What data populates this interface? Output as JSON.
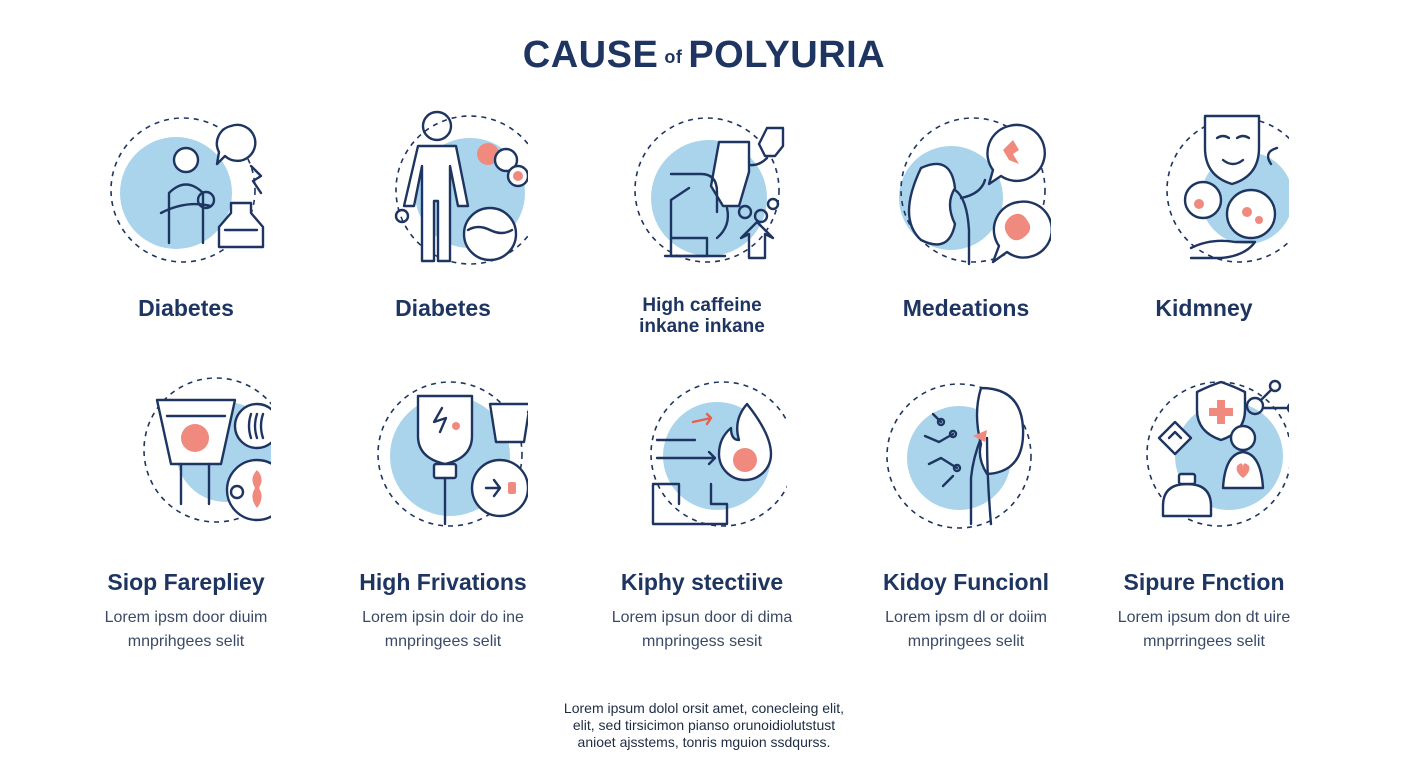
{
  "title": {
    "main": "CAUSE",
    "connector": "of",
    "rest": "POLYURIA"
  },
  "row1": [
    {
      "label": "Diabetes",
      "icon": "person-with-jar-icon"
    },
    {
      "label": "Diabetes",
      "icon": "body-outline-icon"
    },
    {
      "label": "High caffeine inkane inkane",
      "icon": "coffee-pour-icon"
    },
    {
      "label": "Medeations",
      "icon": "kidney-pills-icon"
    },
    {
      "label": "Kidmney",
      "icon": "mask-cells-icon"
    }
  ],
  "row2": [
    {
      "label": "Siop Farepliey",
      "desc1": "Lorem ipsm door diuim",
      "desc2": "mnprihgees selit",
      "icon": "cup-organ-icon"
    },
    {
      "label": "High Frivations",
      "desc1": "Lorem ipsin doir do ine",
      "desc2": "mnpringees selit",
      "icon": "funnel-cup-icon"
    },
    {
      "label": "Kiphy stectiive",
      "desc1": "Lorem ipsun door di dima",
      "desc2": "mnpringess sesit",
      "icon": "flame-drop-icon"
    },
    {
      "label": "Kidoy Funcionl",
      "desc1": "Lorem ipsm dl or doiim",
      "desc2": "mnpringees selit",
      "icon": "kidney-network-icon"
    },
    {
      "label": "Sipure Fnction",
      "desc1": "Lorem ipsum don dt uire",
      "desc2": "mnprringees selit",
      "icon": "shield-person-icon"
    }
  ],
  "footer": {
    "line1": "Lorem ipsum dolol orsit amet, conecleing elit,",
    "line2": "elit, sed tirsicimon pianso orunoidiolutstust",
    "line3": "anioet ajsstems, tonris mguion ssdqurss."
  },
  "colors": {
    "navy": "#1f3561",
    "blue": "#a9d4ec",
    "coral": "#f08a7e"
  }
}
